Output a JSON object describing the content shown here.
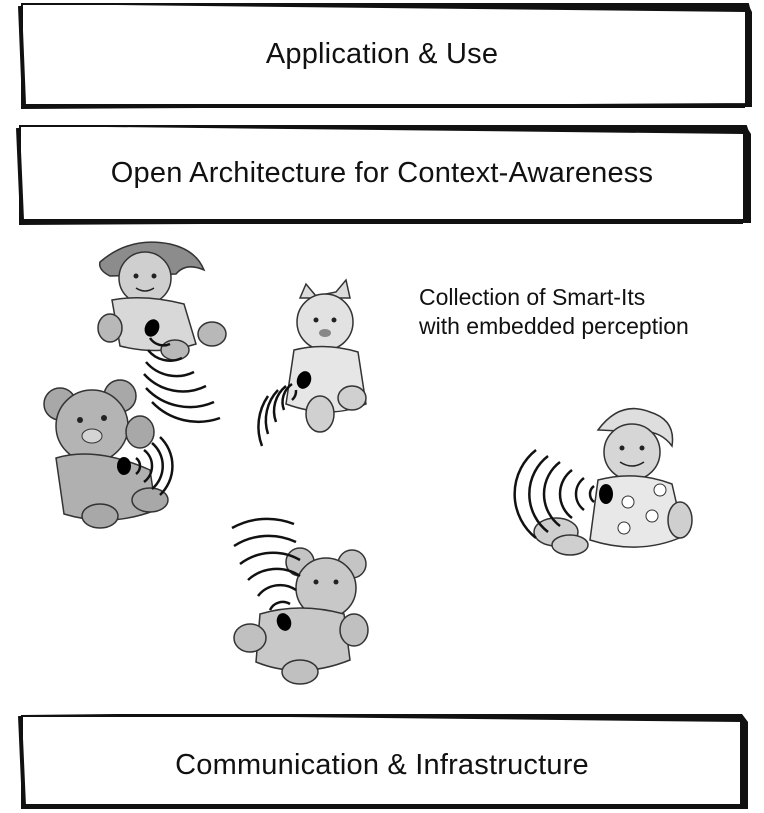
{
  "layers": {
    "top": {
      "label": "Application & Use"
    },
    "middle": {
      "label": "Open Architecture for Context-Awareness"
    },
    "bottom": {
      "label": "Communication & Infrastructure"
    }
  },
  "caption": {
    "line1": "Collection of Smart-Its",
    "line2": "with embedded perception"
  },
  "toys": [
    {
      "name": "girl-doll-icon"
    },
    {
      "name": "cat-doll-icon"
    },
    {
      "name": "teddy-bear-left-icon"
    },
    {
      "name": "teddy-bear-bottom-icon"
    },
    {
      "name": "clown-doll-icon"
    }
  ],
  "colors": {
    "frame_border": "#111111",
    "toy_fill": "#b8b8b8",
    "toy_light": "#dcdcdc",
    "sensor": "#000000"
  }
}
